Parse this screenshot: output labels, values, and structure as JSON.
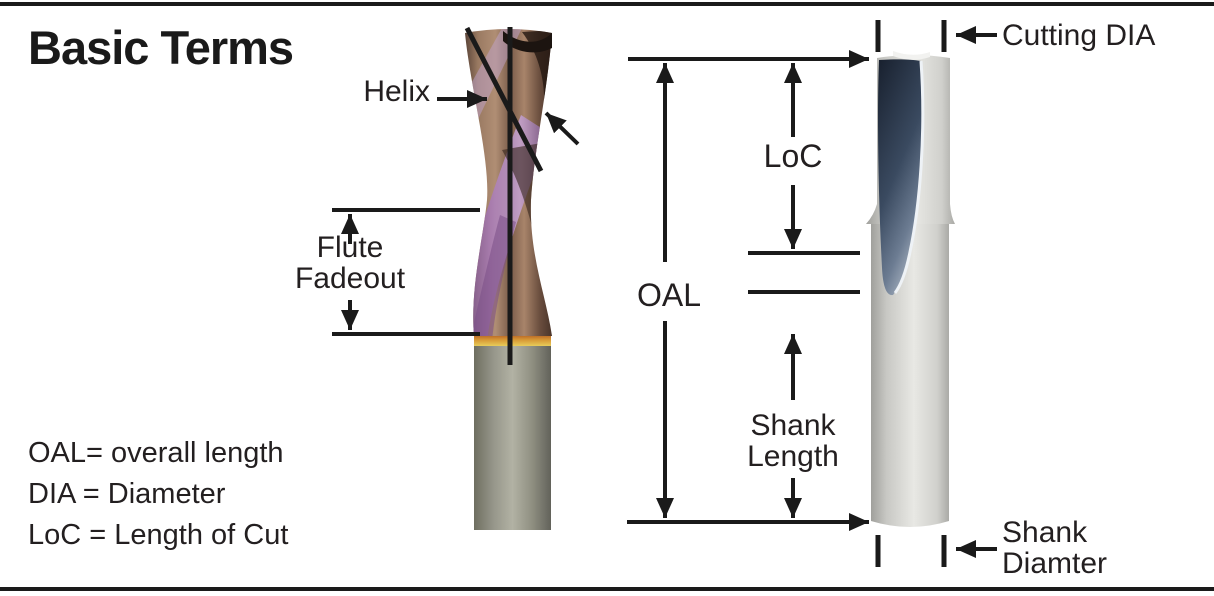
{
  "page": {
    "title": "Basic Terms"
  },
  "labels": {
    "helix": "Helix",
    "flute_fadeout": [
      "Flute",
      "Fadeout"
    ],
    "oal": "OAL",
    "loc": "LoC",
    "shank_length": [
      "Shank",
      "Length"
    ],
    "cutting_dia": "Cutting DIA",
    "shank_diameter": [
      "Shank",
      "Diamter"
    ]
  },
  "legend": {
    "lines": [
      "OAL= overall length",
      "DIA = Diameter",
      "LoC = Length of Cut"
    ]
  },
  "colors": {
    "text": "#231f20",
    "annotation_line": "#1a1a1a",
    "background": "#ffffff",
    "spiral_flute_copper": "#9a7a62",
    "spiral_flute_purple": "#8d6298",
    "spiral_shank_gray": "#96968a",
    "coating_band_gold": "#d89a36",
    "straight_flute_navy": "#2c3a4e",
    "straight_body_silver": "#d6d6d2"
  }
}
